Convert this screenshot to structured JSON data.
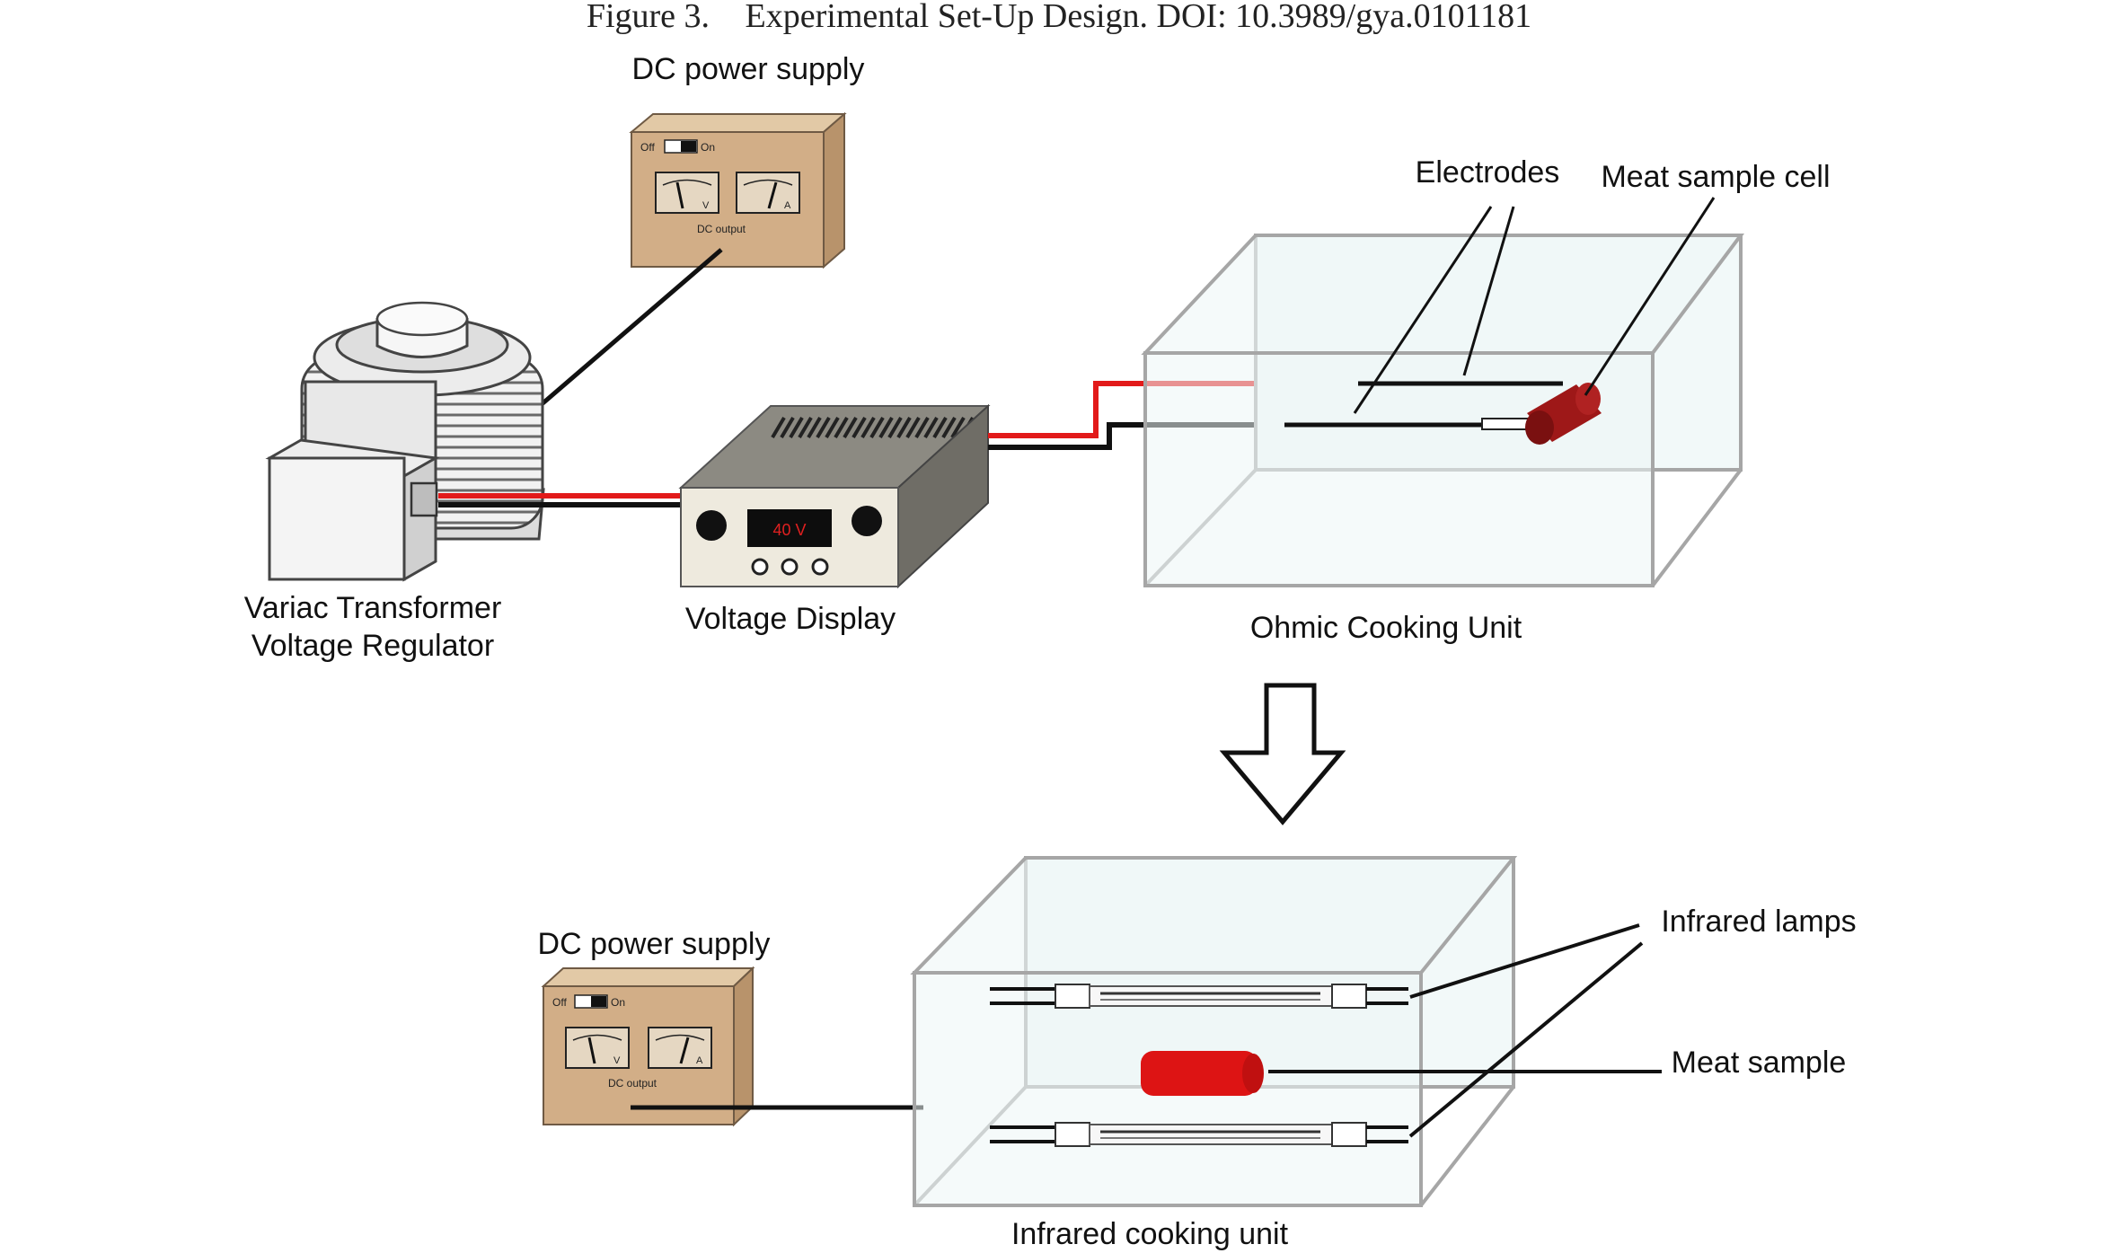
{
  "caption": {
    "figure_label": "Figure 3.",
    "text": "Experimental Set-Up Design. DOI: 10.3989/gya.0101181"
  },
  "labels": {
    "dc_power_supply_top": "DC power supply",
    "variac_line1": "Variac Transformer",
    "variac_line2": "Voltage Regulator",
    "voltage_display": "Voltage Display",
    "electrodes": "Electrodes",
    "meat_sample_cell": "Meat sample cell",
    "ohmic_cooking_unit": "Ohmic Cooking Unit",
    "dc_power_supply_bottom": "DC power supply",
    "infrared_lamps": "Infrared lamps",
    "meat_sample": "Meat sample",
    "infrared_cooking_unit": "Infrared cooking unit"
  },
  "power_supply_panel": {
    "switch_off": "Off",
    "switch_on": "On",
    "meter_v": "V",
    "meter_a": "A",
    "output_label": "DC output"
  },
  "voltage_display_readout": "40 V",
  "colors": {
    "wire_red": "#e21a1a",
    "wire_black": "#111111",
    "box_brown": "#d2ae87",
    "glass_edge": "#9a9a9a",
    "glass_fill": "#eef7f7",
    "meat_red": "#dd1414",
    "meat_cell_red": "#9e1818",
    "display_body": "#eeeade",
    "display_top": "#8c8a82"
  }
}
